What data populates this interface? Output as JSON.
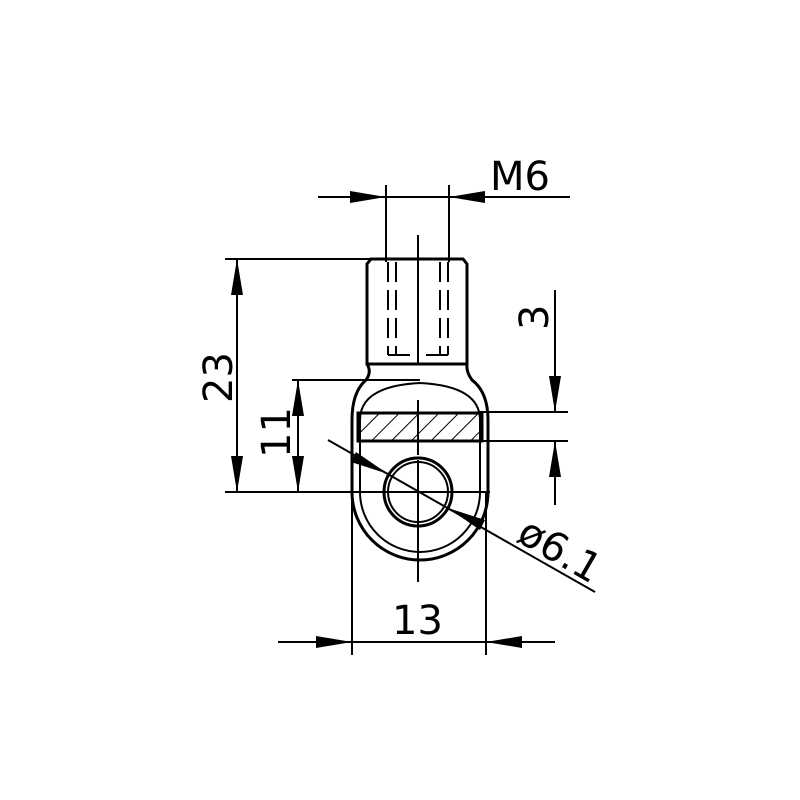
{
  "dimensions": {
    "thread": "M6",
    "total_height": "23",
    "eye_height": "11",
    "band_width": "3",
    "eye_width": "13",
    "hole_diameter": "ø6.1"
  },
  "colors": {
    "line": "#000000",
    "background": "#ffffff"
  }
}
